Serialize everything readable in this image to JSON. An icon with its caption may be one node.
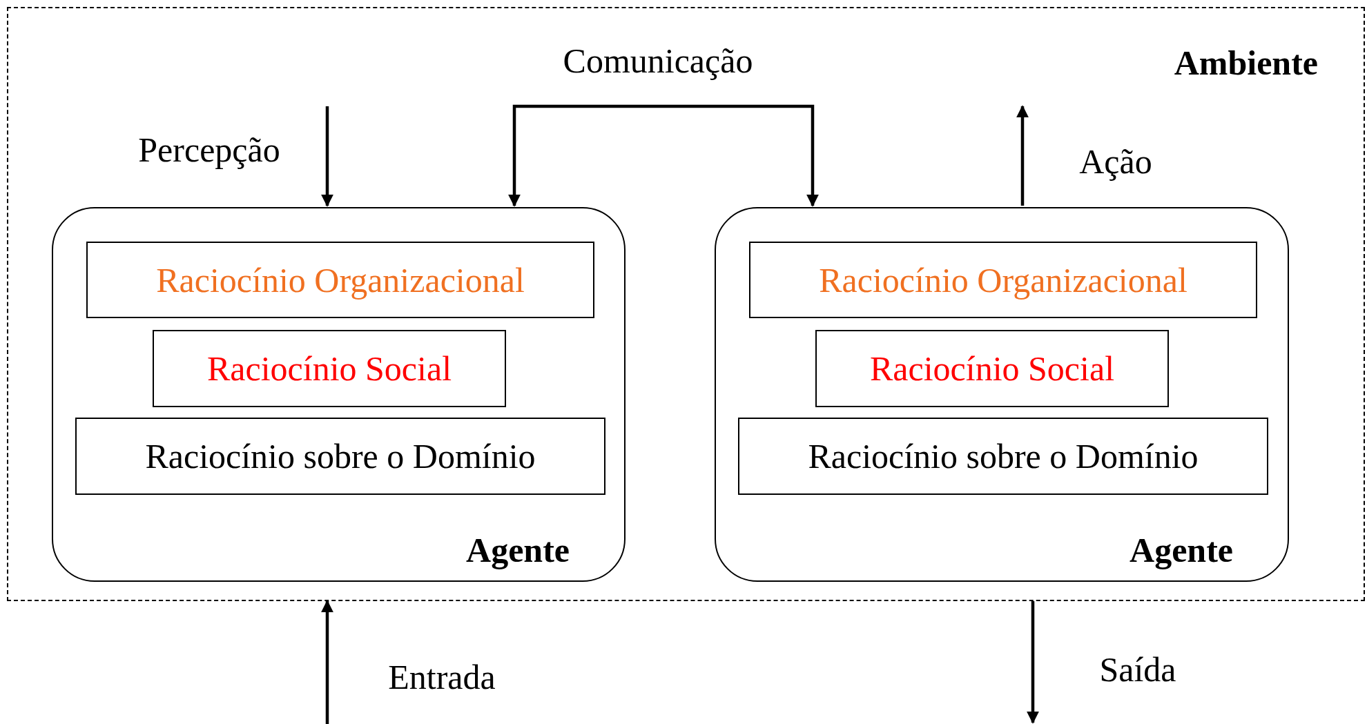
{
  "diagram": {
    "nodes": [
      {
        "text": [
          "Ambiente"
        ]
      },
      {
        "text": [
          "Agente"
        ],
        "in": 0
      },
      {
        "text": [
          "Raciocínio Organizacional"
        ],
        "in": 1
      },
      {
        "text": [
          "Raciocínio Social"
        ],
        "in": 1
      },
      {
        "text": [
          "Raciocínio sobre o Domínio"
        ],
        "in": 1
      },
      {
        "text": [
          "Agente"
        ],
        "in": 0
      },
      {
        "text": [
          "Raciocínio Organizacional"
        ],
        "in": 5
      },
      {
        "text": [
          "Raciocínio Social"
        ],
        "in": 5
      },
      {
        "text": [
          "Raciocínio sobre o Domínio"
        ],
        "in": 5
      }
    ],
    "edges": [
      {
        "from": null,
        "to": 1,
        "arrow": "to",
        "label": "Percepção"
      },
      {
        "from": 1,
        "to": 5,
        "arrow": "both",
        "label": "Comunicação"
      },
      {
        "from": 5,
        "to": null,
        "arrow": "to",
        "label": "Ação"
      },
      {
        "from": null,
        "to": 0,
        "arrow": "to",
        "label": "Entrada"
      },
      {
        "from": 0,
        "to": null,
        "arrow": "to",
        "label": "Saída"
      }
    ]
  }
}
